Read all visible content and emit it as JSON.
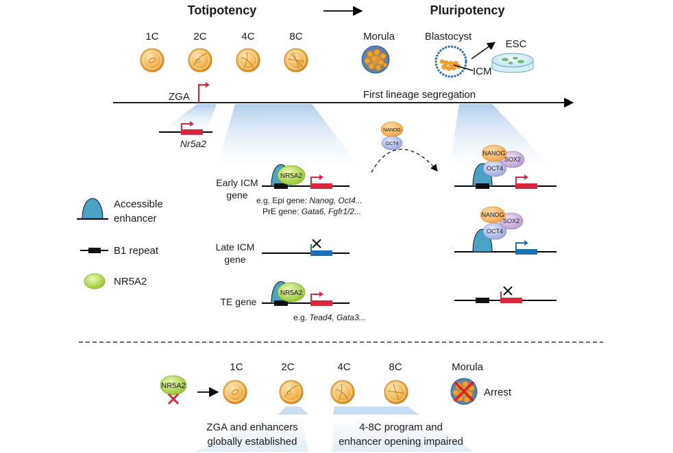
{
  "header": {
    "left": "Totipotency",
    "right": "Pluripotency"
  },
  "stages": {
    "c1": "1C",
    "c2": "2C",
    "c4": "4C",
    "c8": "8C",
    "morula": "Morula",
    "blastocyst": "Blastocyst",
    "esc": "ESC",
    "icm": "ICM"
  },
  "timeline": {
    "zga": "ZGA",
    "segregation": "First lineage segregation"
  },
  "nr5a2_gene": "Nr5a2",
  "legend": {
    "enhancer_1": "Accessible",
    "enhancer_2": "enhancer",
    "b1": "B1 repeat",
    "nr5a2": "NR5A2"
  },
  "genes": {
    "early_icm_1": "Early ICM",
    "early_icm_2": "gene",
    "late_icm_1": "Late ICM",
    "late_icm_2": "gene",
    "te": "TE gene"
  },
  "examples": {
    "epi_prefix": "e.g. Epi gene: ",
    "epi_genes": "Nanog, Oct4...",
    "pre_prefix": "PrE gene: ",
    "pre_genes": "Gata6, Fgfr1/2...",
    "te_prefix": "e.g. ",
    "te_genes": "Tead4, Gata3..."
  },
  "factors": {
    "nr5a2": "NR5A2",
    "nanog": "NANOG",
    "oct4": "OCT4",
    "sox2": "SOX2"
  },
  "bottom": {
    "nr5a2": "NR5A2",
    "c1": "1C",
    "c2": "2C",
    "c4": "4C",
    "c8": "8C",
    "morula": "Morula",
    "arrest": "Arrest",
    "left_note_1": "ZGA and enhancers",
    "left_note_2": "globally established",
    "right_note_1": "4-8C program and",
    "right_note_2": "enhancer opening impaired"
  },
  "colors": {
    "enhancer": "#4aa3c7",
    "nr5a2": "#a6d23c",
    "nanog": "#f4a64a",
    "oct4": "#a8b4e0",
    "sox2": "#c5a8d6",
    "red_gene": "#d7263d",
    "blue_gene": "#1a6fb5",
    "embryo": "#f0a030",
    "cone": "#cfe0f1"
  }
}
